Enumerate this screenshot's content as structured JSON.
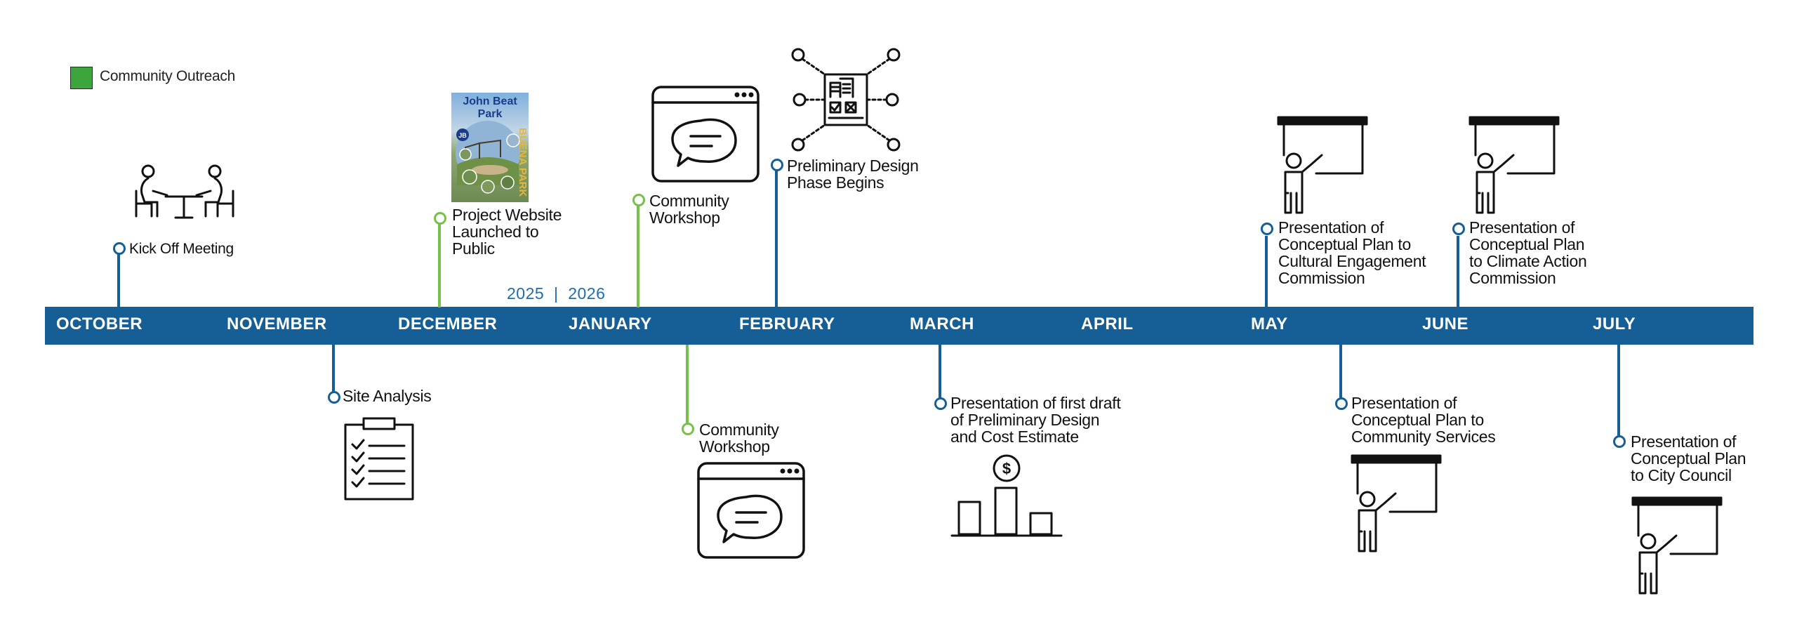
{
  "legend": {
    "label": "Community Outreach",
    "color": "#3CA53C"
  },
  "year_divider": "2025  |  2026",
  "colors": {
    "band": "#155F96",
    "blue": "#155F96",
    "green": "#77C04A",
    "text": "#111111"
  },
  "months": [
    "OCTOBER",
    "NOVEMBER",
    "DECEMBER",
    "JANUARY",
    "FEBRUARY",
    "MARCH",
    "APRIL",
    "MAY",
    "JUNE",
    "JULY"
  ],
  "park_thumbnail": {
    "title": "John Beat Park",
    "side_text": "BUENA PARK",
    "badge": "JB"
  },
  "milestones": [
    {
      "name": "kick-off-meeting",
      "lines": [
        "Kick Off Meeting"
      ],
      "category": "Project",
      "icon": "meeting-icon"
    },
    {
      "name": "site-analysis",
      "lines": [
        "Site Analysis"
      ],
      "category": "Project",
      "icon": "clipboard-checklist-icon"
    },
    {
      "name": "project-website",
      "lines": [
        "Project Website",
        "Launched to",
        "Public"
      ],
      "category": "Community Outreach",
      "icon": "park-thumbnail"
    },
    {
      "name": "community-workshop-1",
      "lines": [
        "Community",
        "Workshop"
      ],
      "category": "Community Outreach",
      "icon": "chat-window-icon"
    },
    {
      "name": "community-workshop-2",
      "lines": [
        "Community",
        "Workshop"
      ],
      "category": "Community Outreach",
      "icon": "chat-window-icon"
    },
    {
      "name": "preliminary-design",
      "lines": [
        "Preliminary Design",
        "Phase Begins"
      ],
      "category": "Project",
      "icon": "building-plan-icon"
    },
    {
      "name": "first-draft-presentation",
      "lines": [
        "Presentation of first draft",
        "of Preliminary Design",
        "and Cost Estimate"
      ],
      "category": "Project",
      "icon": "cost-chart-icon"
    },
    {
      "name": "cultural-engagement",
      "lines": [
        "Presentation of",
        "Conceptual Plan to",
        "Cultural Engagement",
        "Commission"
      ],
      "category": "Project",
      "icon": "presenter-icon"
    },
    {
      "name": "community-services",
      "lines": [
        "Presentation of",
        "Conceptual Plan to",
        "Community Services"
      ],
      "category": "Project",
      "icon": "presenter-icon"
    },
    {
      "name": "climate-action",
      "lines": [
        "Presentation of",
        "Conceptual Plan",
        "to Climate Action",
        "Commission"
      ],
      "category": "Project",
      "icon": "presenter-icon"
    },
    {
      "name": "city-council",
      "lines": [
        "Presentation of",
        "Conceptual Plan",
        "to City Council"
      ],
      "category": "Project",
      "icon": "presenter-icon"
    }
  ]
}
